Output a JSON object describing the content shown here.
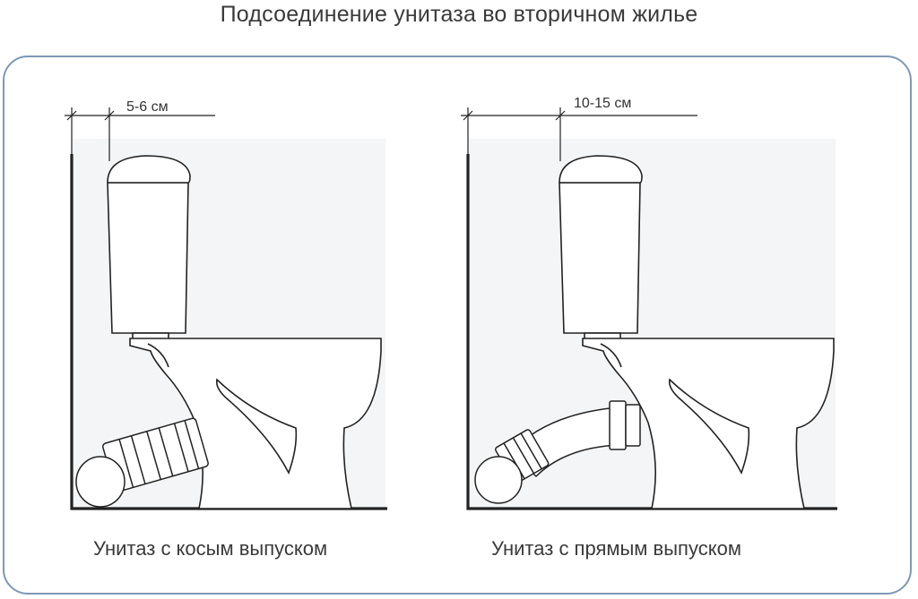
{
  "title": "Подсоединение унитаза во вторичном жилье",
  "panels": [
    {
      "dimension": "5-6 см",
      "caption": "Унитаз с косым выпуском"
    },
    {
      "dimension": "10-15 см",
      "caption": "Унитаз с прямым выпуском"
    }
  ],
  "colors": {
    "frame": "#7e98b6",
    "background_panel": "#f4f5f6",
    "outline": "#222222"
  }
}
